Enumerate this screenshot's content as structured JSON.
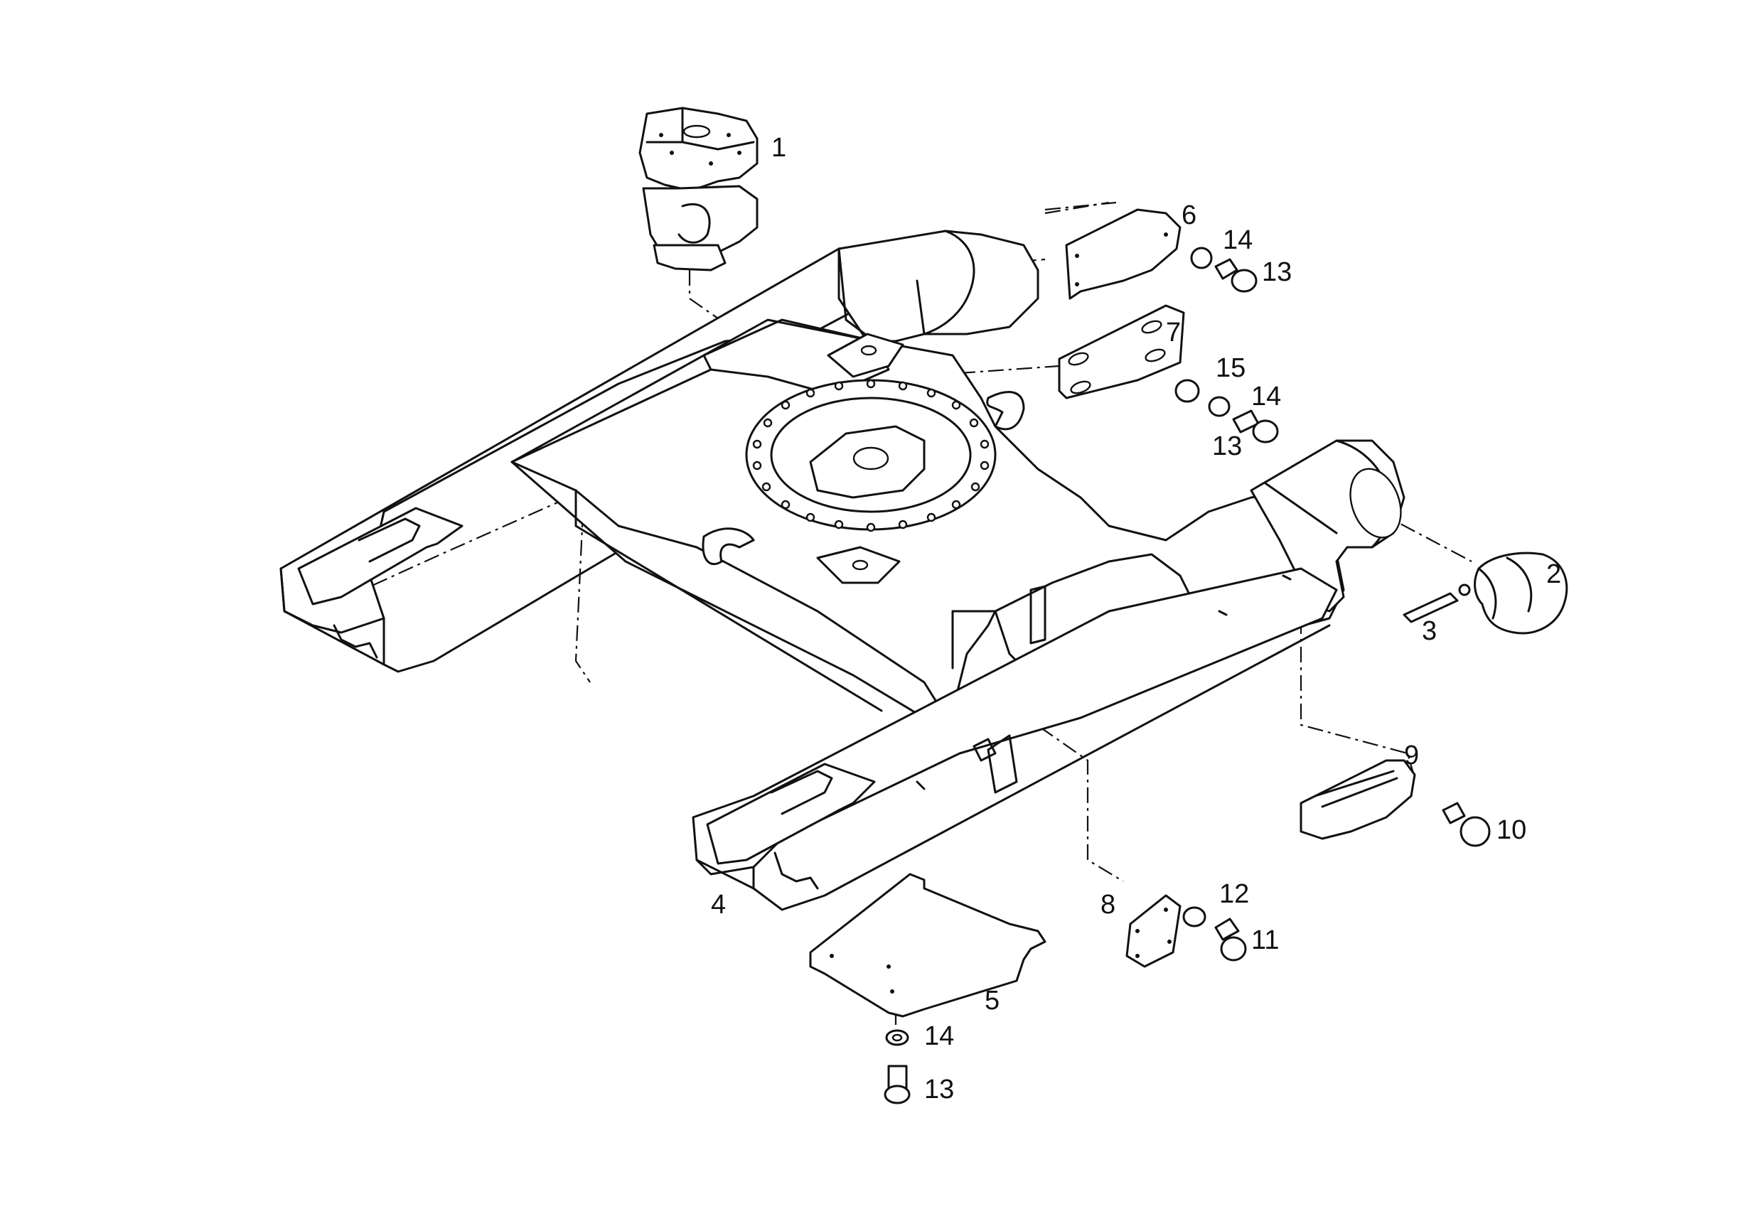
{
  "callouts": [
    "1",
    "2",
    "3",
    "4",
    "5",
    "6",
    "7",
    "8",
    "9",
    "10",
    "11",
    "12",
    "13",
    "14",
    "15"
  ],
  "repeat_labels": {
    "l14": "14",
    "l13": "13"
  }
}
